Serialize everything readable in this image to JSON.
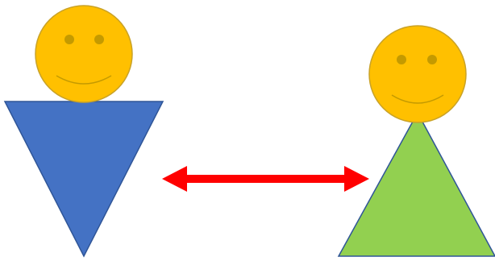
{
  "figures": [
    {
      "name": "left-person",
      "head": {
        "face_color": "#FFC000",
        "outline_color": "#C9A227",
        "eye_color": "#C49A00",
        "expression": "smile"
      },
      "body": {
        "shape": "inverted-triangle",
        "fill": "#4472C4",
        "outline": "#2F5597"
      }
    },
    {
      "name": "right-person",
      "head": {
        "face_color": "#FFC000",
        "outline_color": "#C9A227",
        "eye_color": "#C49A00",
        "expression": "smile"
      },
      "body": {
        "shape": "upright-triangle",
        "fill": "#92D050",
        "outline": "#2F5597"
      }
    }
  ],
  "connector": {
    "type": "double-headed-arrow",
    "color": "#FF0000"
  }
}
